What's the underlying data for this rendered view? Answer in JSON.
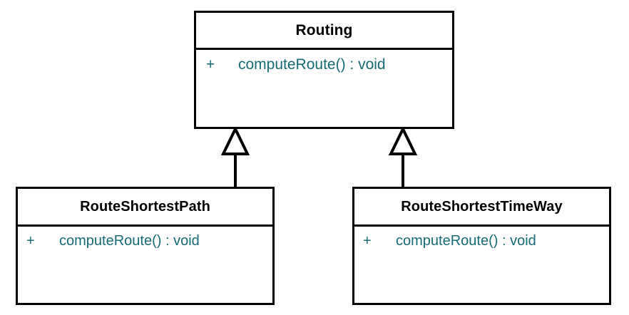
{
  "diagram": {
    "type": "uml-class-diagram",
    "relationship": "generalization",
    "background_color": "#ffffff",
    "border_color": "#000000",
    "member_text_color": "#176b72",
    "class_name_color": "#000000"
  },
  "classes": {
    "parent": {
      "name": "Routing",
      "members": [
        {
          "visibility": "+",
          "label": "computeRoute() : void"
        }
      ]
    },
    "child_left": {
      "name": "RouteShortestPath",
      "members": [
        {
          "visibility": "+",
          "label": "computeRoute() : void"
        }
      ]
    },
    "child_right": {
      "name": "RouteShortestTimeWay",
      "members": [
        {
          "visibility": "+",
          "label": "computeRoute() : void"
        }
      ]
    }
  }
}
